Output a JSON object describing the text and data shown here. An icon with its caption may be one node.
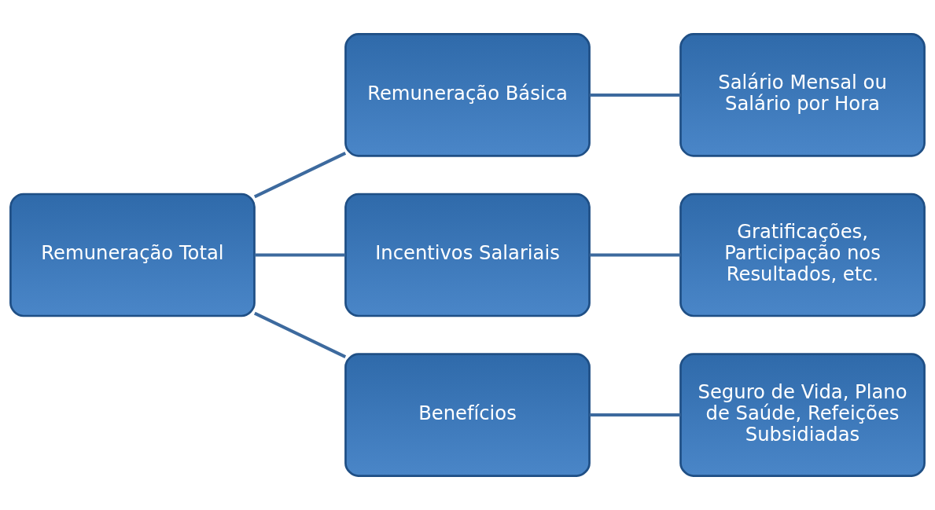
{
  "diagram": {
    "nodes": [
      {
        "text": [
          "Remuneração Total"
        ]
      },
      {
        "text": [
          "Remuneração Básica"
        ]
      },
      {
        "text": [
          "Incentivos Salariais"
        ]
      },
      {
        "text": [
          "Benefícios"
        ]
      },
      {
        "text": [
          "Salário Mensal ou Salário por Hora"
        ]
      },
      {
        "text": [
          "Gratificações, Participação nos Resultados, etc."
        ]
      },
      {
        "text": [
          "Seguro de Vida, Plano de Saúde, Refeições Subsidiadas"
        ]
      }
    ],
    "edges": [
      {
        "from": 0,
        "to": 1,
        "arrow": "none"
      },
      {
        "from": 0,
        "to": 2,
        "arrow": "none"
      },
      {
        "from": 0,
        "to": 3,
        "arrow": "none"
      },
      {
        "from": 1,
        "to": 4,
        "arrow": "none"
      },
      {
        "from": 2,
        "to": 5,
        "arrow": "none"
      },
      {
        "from": 3,
        "to": 6,
        "arrow": "none"
      }
    ]
  }
}
